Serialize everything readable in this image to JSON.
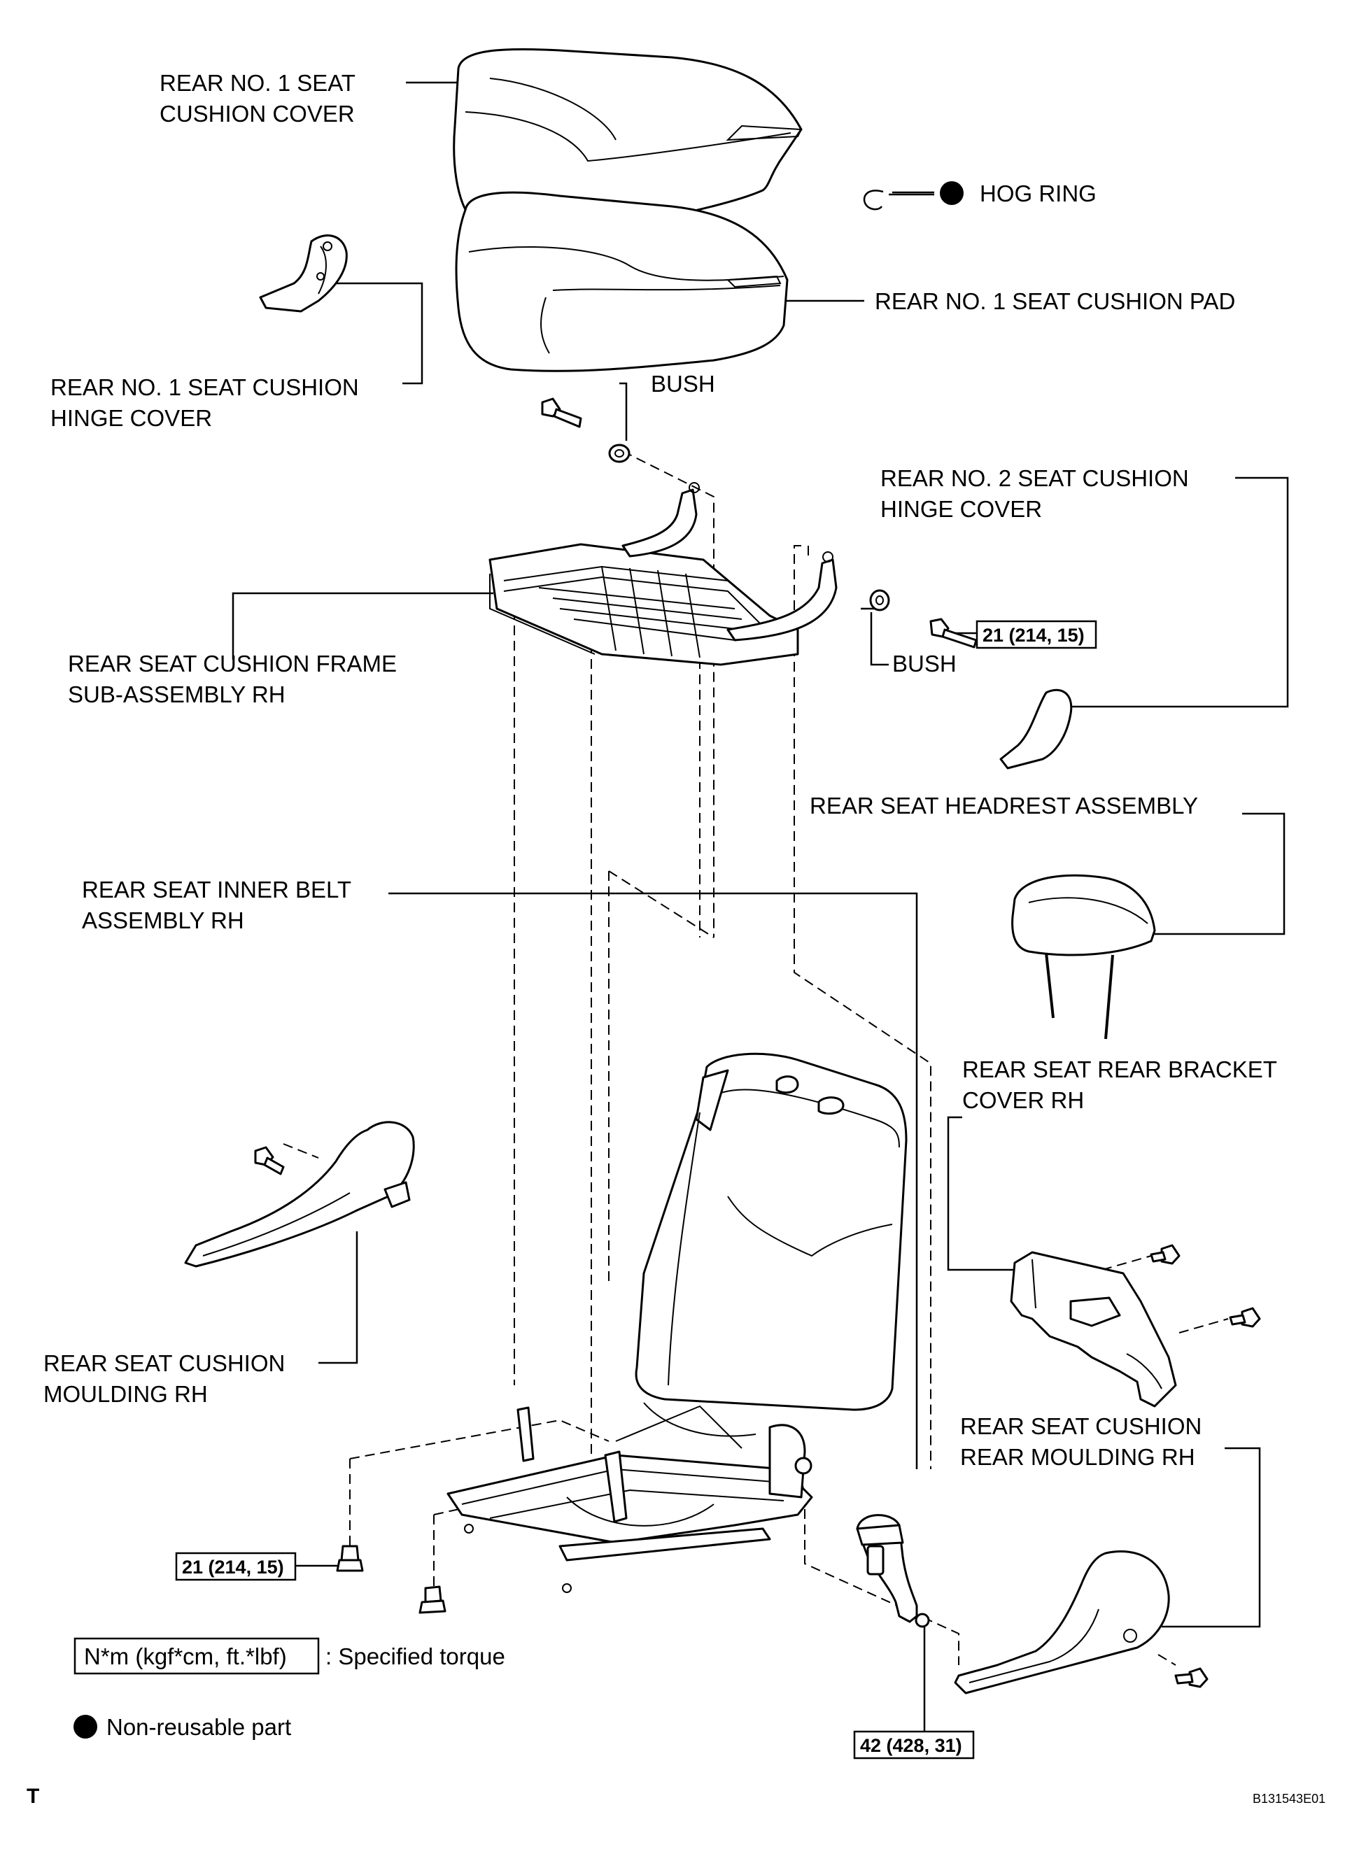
{
  "labels": {
    "cushion_cover_1": "REAR NO. 1 SEAT",
    "cushion_cover_2": "CUSHION COVER",
    "hog_ring": "HOG RING",
    "cushion_pad": "REAR NO. 1 SEAT CUSHION PAD",
    "hinge_cover1_1": "REAR NO. 1 SEAT CUSHION",
    "hinge_cover1_2": "HINGE COVER",
    "bush_top": "BUSH",
    "hinge_cover2_1": "REAR NO. 2 SEAT CUSHION",
    "hinge_cover2_2": "HINGE COVER",
    "frame_1": "REAR SEAT CUSHION FRAME",
    "frame_2": "SUB-ASSEMBLY RH",
    "bush_right": "BUSH",
    "headrest": "REAR SEAT HEADREST ASSEMBLY",
    "inner_belt_1": "REAR SEAT INNER BELT",
    "inner_belt_2": "ASSEMBLY RH",
    "bracket_cover_1": "REAR SEAT REAR BRACKET",
    "bracket_cover_2": "COVER RH",
    "moulding_1": "REAR SEAT CUSHION",
    "moulding_2": "MOULDING RH",
    "rear_moulding_1": "REAR SEAT CUSHION",
    "rear_moulding_2": "REAR MOULDING RH"
  },
  "torque": {
    "frame_bolt": "21 (214, 15)",
    "track_bolt": "21 (214, 15)",
    "belt_bolt": "42 (428, 31)"
  },
  "legend": {
    "torque_box": "N*m (kgf*cm, ft.*lbf)",
    "torque_text": ": Specified torque",
    "non_reusable": "Non-reusable part"
  },
  "corner": {
    "left_mark": "T",
    "figure_id": "B131543E01"
  }
}
